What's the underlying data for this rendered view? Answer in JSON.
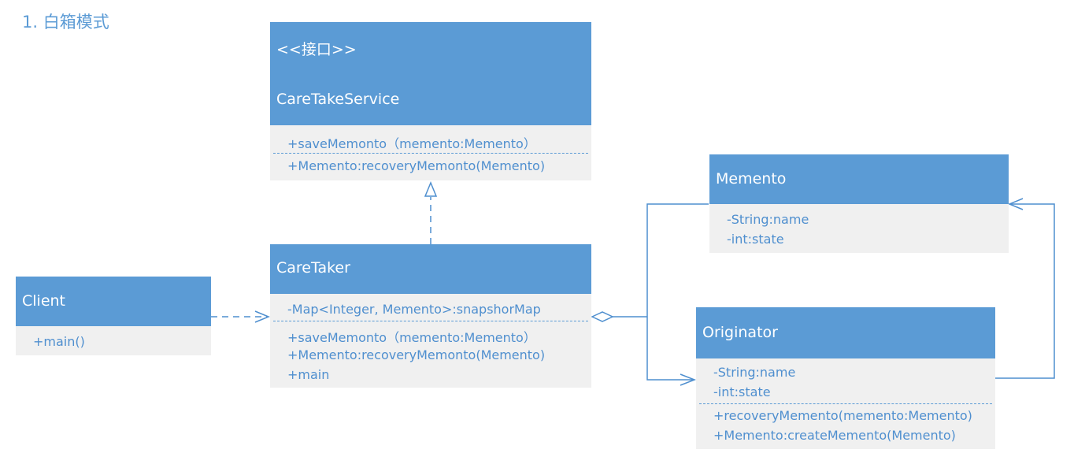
{
  "page_title": "1. 白箱模式",
  "colors": {
    "header_bg": "#5b9bd5",
    "body_bg": "#f0f0f0",
    "text_blue": "#4f8fcf",
    "line": "#4f8fcf"
  },
  "caretakeservice": {
    "stereotype": "<<接口>>",
    "name": "CareTakeService",
    "methods": [
      "+saveMemonto（memento:Memento）",
      "+Memento:recoveryMemonto(Memento)"
    ]
  },
  "caretaker": {
    "name": "CareTaker",
    "attributes": [
      "-Map<Integer, Memento>:snapshorMap"
    ],
    "methods": [
      "+saveMemonto（memento:Memento）",
      "+Memento:recoveryMemonto(Memento)",
      "+main"
    ]
  },
  "client": {
    "name": "Client",
    "methods": [
      "+main()"
    ]
  },
  "memento": {
    "name": "Memento",
    "attributes": [
      "-String:name",
      "-int:state"
    ]
  },
  "originator": {
    "name": "Originator",
    "attributes": [
      "-String:name",
      "-int:state"
    ],
    "methods": [
      "+recoveryMemento(memento:Memento)",
      "+Memento:createMemento(Memento)"
    ]
  }
}
